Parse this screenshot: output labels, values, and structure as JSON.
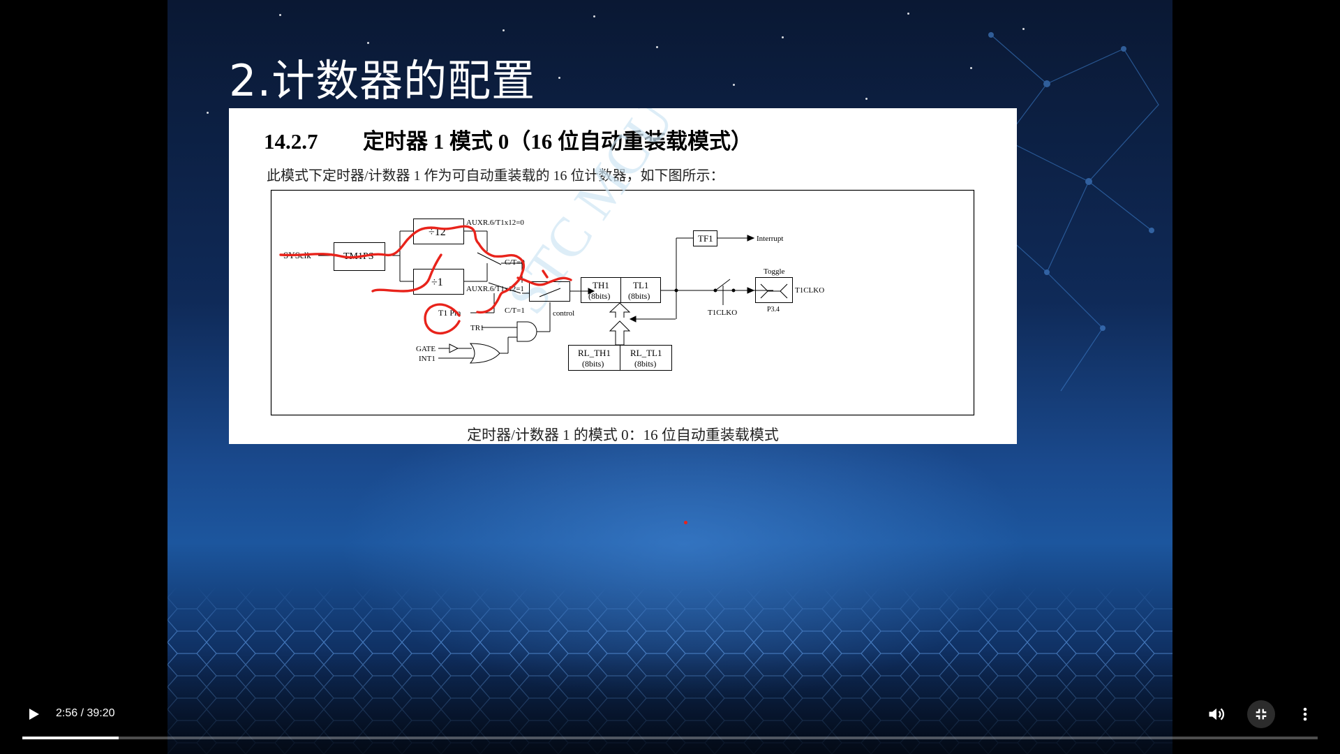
{
  "slide": {
    "title": "2.计数器的配置",
    "doc": {
      "section_number": "14.2.7",
      "section_title": "定时器 1 模式 0（16 位自动重装载模式）",
      "description": "此模式下定时器/计数器 1 作为可自动重装载的 16 位计数器，如下图所示：",
      "caption": "定时器/计数器 1 的模式 0：16 位自动重装载模式",
      "diagram": {
        "watermark": "STC MCU",
        "sysclk": "SYSclk",
        "tm1ps": "TM1PS",
        "div12": "÷12",
        "div1": "÷1",
        "auxr_0": "AUXR.6/T1x12=0",
        "auxr_1": "AUXR.6/T1x12=1",
        "ct0": "C/T=0",
        "ct1": "C/T=1",
        "t1pin": "T1 Pin",
        "tr1": "TR1",
        "gate": "GATE",
        "int1": "INT1",
        "control": "control",
        "th1": "TH1",
        "tl1": "TL1",
        "bits8": "(8bits)",
        "rl_th1": "RL_TH1",
        "rl_tl1": "RL_TL1",
        "tf1": "TF1",
        "interrupt": "Interrupt",
        "toggle": "Toggle",
        "t1clko": "T1CLKO",
        "p34": "P3.4",
        "t1clko_switch": "T1CLKO"
      }
    }
  },
  "player": {
    "time_current": "2:56",
    "time_total": "39:20",
    "time_display": "2:56 / 39:20",
    "progress": 0.0746,
    "icons": {
      "play": "play-icon",
      "volume": "volume-icon",
      "exit_fullscreen": "exit-fullscreen-icon",
      "more": "more-vert-icon"
    }
  },
  "colors": {
    "annotation": "#e8231b",
    "slide_bg": "#1a4a8e",
    "progress_fill": "#ffffff"
  }
}
